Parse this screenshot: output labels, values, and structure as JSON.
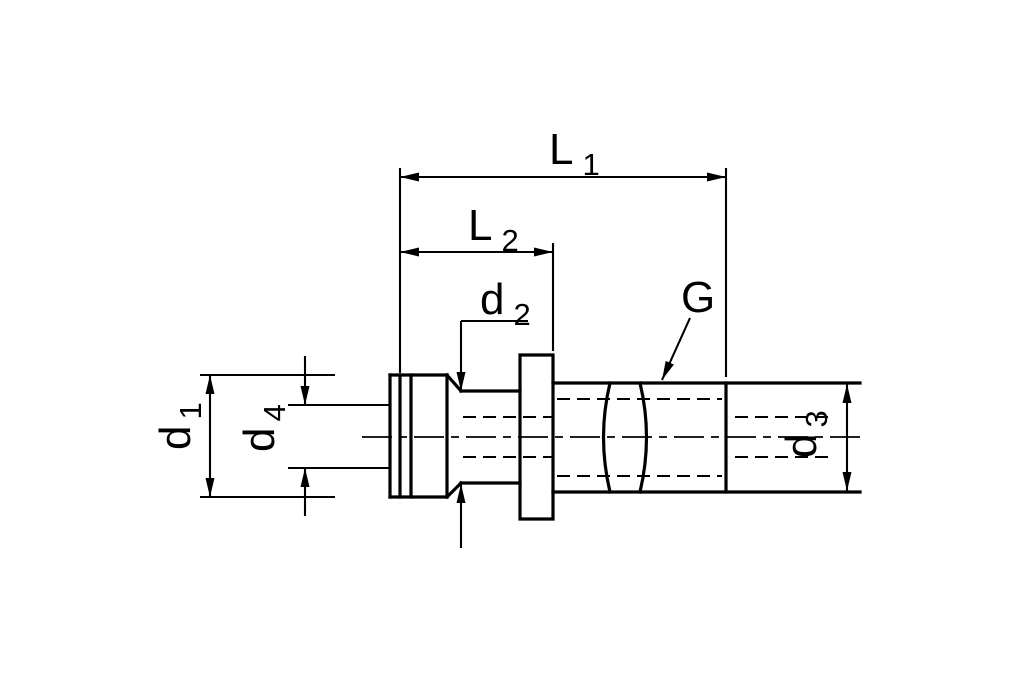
{
  "colors": {
    "background": "#ffffff",
    "line": "#000000"
  },
  "labels": {
    "L1": {
      "base": "L",
      "sub": "1"
    },
    "L2": {
      "base": "L",
      "sub": "2"
    },
    "d2": {
      "base": "d",
      "sub": "2"
    },
    "G": {
      "base": "G"
    },
    "d1": {
      "base": "d",
      "sub": "1"
    },
    "d4": {
      "base": "d",
      "sub": "4"
    },
    "d3": {
      "base": "d",
      "sub": "3"
    }
  }
}
